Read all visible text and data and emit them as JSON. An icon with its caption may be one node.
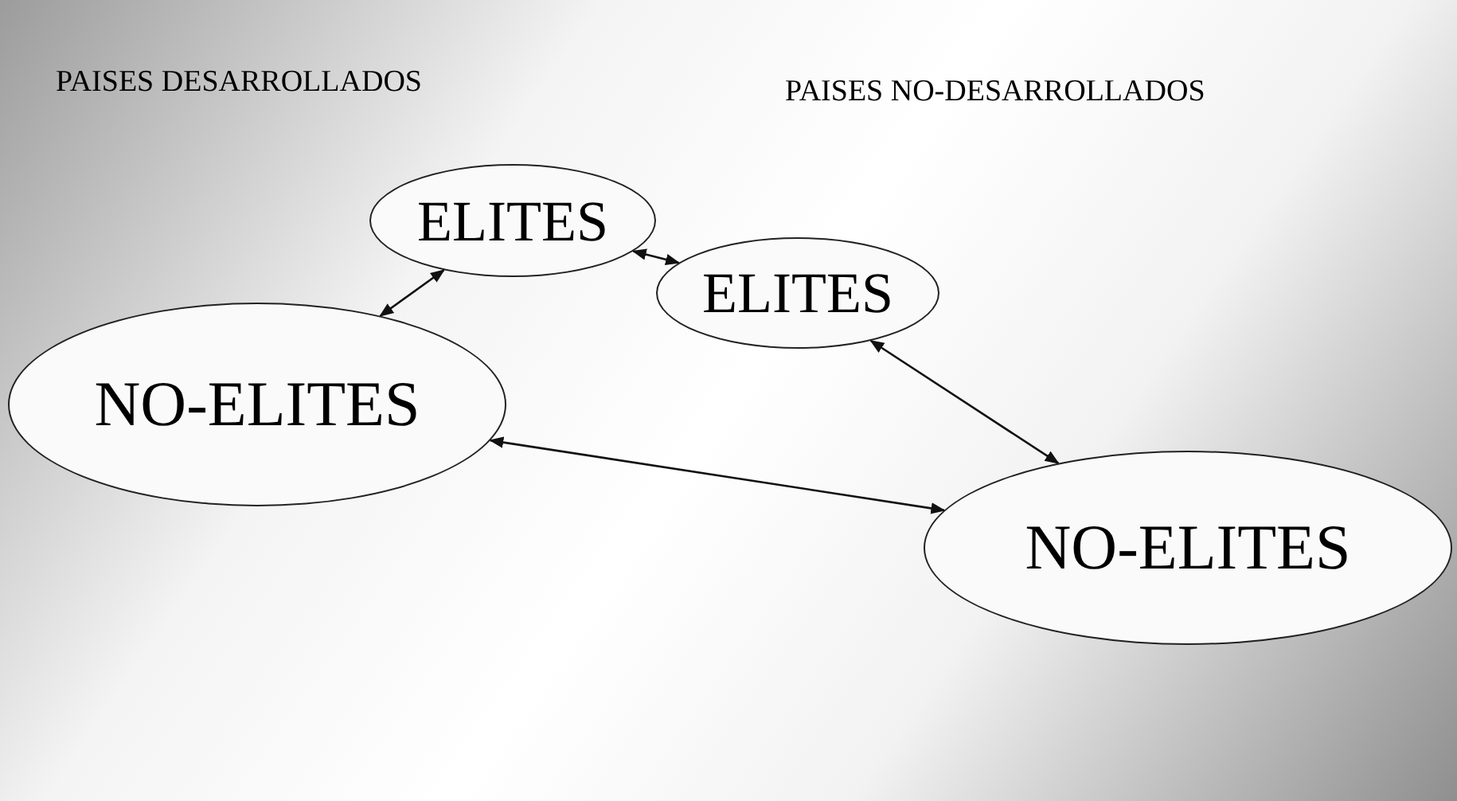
{
  "diagram": {
    "nodes": [
      {
        "text": [
          "ELITES"
        ]
      },
      {
        "text": [
          "ELITES"
        ]
      },
      {
        "text": [
          "NO-ELITES"
        ]
      },
      {
        "text": [
          "NO-ELITES"
        ]
      }
    ],
    "edges": [
      {
        "from": 0,
        "to": 1,
        "arrow": "both"
      },
      {
        "from": 0,
        "to": 2,
        "arrow": "both"
      },
      {
        "from": 1,
        "to": 3,
        "arrow": "both"
      },
      {
        "from": 2,
        "to": 3,
        "arrow": "both"
      }
    ],
    "labels": [
      "PAISES DESARROLLADOS",
      "PAISES NO-DESARROLLADOS"
    ]
  }
}
